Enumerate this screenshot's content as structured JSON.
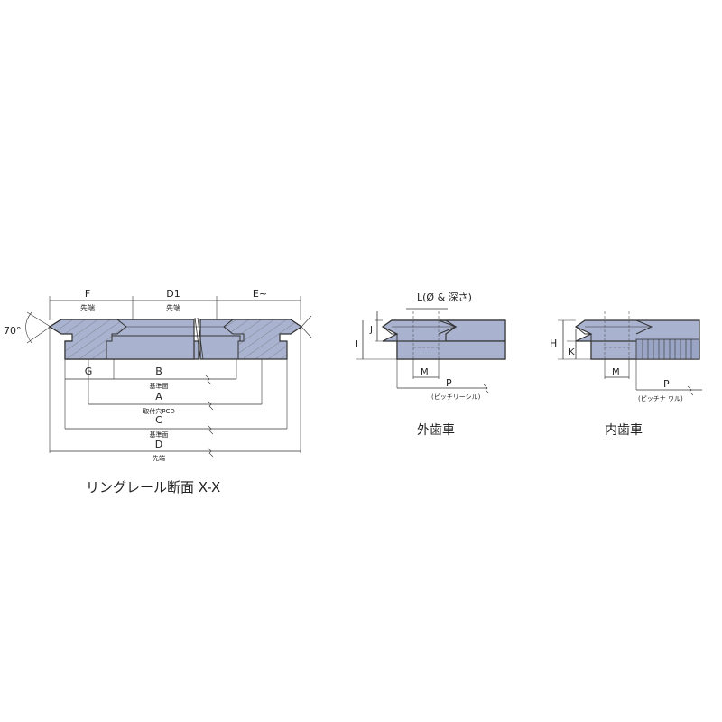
{
  "colors": {
    "fill": "#a9b3cf",
    "fill_dark": "#8e9abb",
    "line": "#333333"
  },
  "section": {
    "caption": "リングレール断面 X-X",
    "angle": "70°",
    "labels": {
      "F": "F",
      "F_sub": "先端",
      "D1": "D1",
      "D1_sub": "先端",
      "E": "E~",
      "G": "G",
      "B": "B",
      "B_sub": "基準面",
      "A": "A",
      "A_sub": "取付穴PCD",
      "C": "C",
      "C_sub": "基準面",
      "D": "D",
      "D_sub": "先端"
    }
  },
  "external": {
    "caption": "外歯車",
    "labels": {
      "L": "L(Ø & 深さ)",
      "J": "J",
      "I": "I",
      "M": "M",
      "P": "P",
      "P_sub": "(ピッチリーシル)"
    }
  },
  "internal": {
    "caption": "内歯車",
    "labels": {
      "H": "H",
      "K": "K",
      "M": "M",
      "P": "P",
      "P_sub": "(ピッチナ ウル)"
    }
  }
}
